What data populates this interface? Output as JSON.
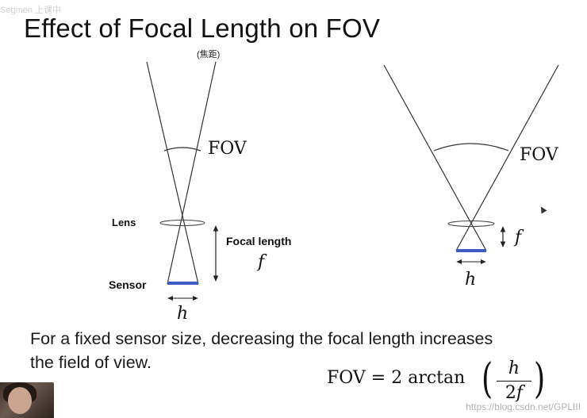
{
  "watermark_top": "Segmen 上课中",
  "title": "Effect of Focal Length on FOV",
  "title_annotation": "(焦距)",
  "left_diagram": {
    "fov_label": "FOV",
    "lens_label": "Lens",
    "focal_length_label": "Focal length",
    "focal_symbol": "f",
    "sensor_label": "Sensor",
    "sensor_width_symbol": "h"
  },
  "right_diagram": {
    "fov_label": "FOV",
    "focal_symbol": "f",
    "sensor_width_symbol": "h"
  },
  "body": {
    "line1": "For a fixed sensor size, decreasing the focal length increases",
    "line2": "the field of view."
  },
  "formula": {
    "lhs": "FOV = 2 arctan",
    "numerator": "h",
    "denominator_coef": "2",
    "denominator_var": "f"
  },
  "watermark_bottom": "https://blog.csdn.net/GPLIII",
  "colors": {
    "sensor_bar": "#3b5bbf",
    "line": "#333333"
  }
}
